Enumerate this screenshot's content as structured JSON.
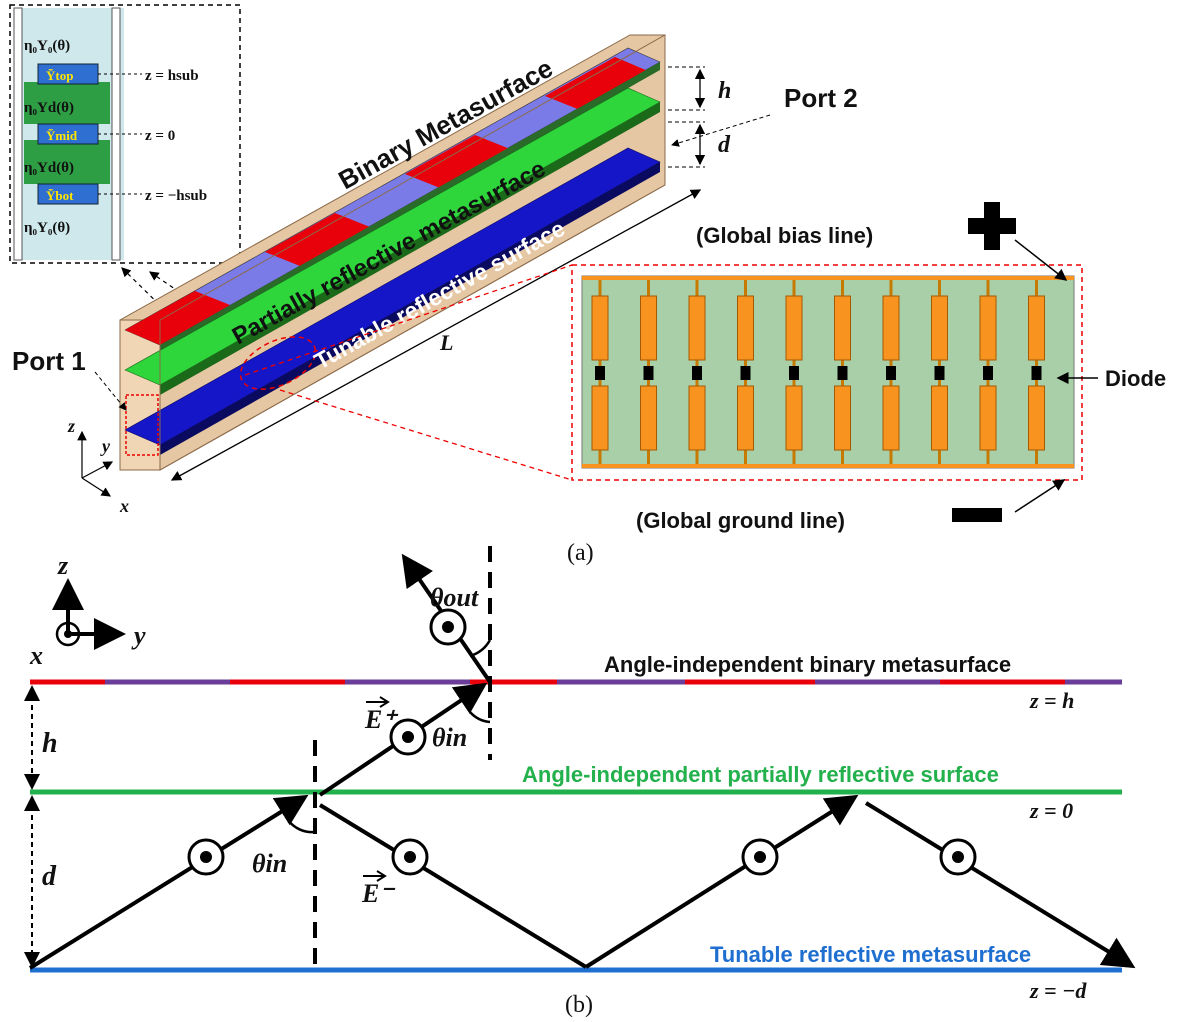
{
  "panel_a": {
    "caption": "(a)",
    "binary_metasurface": "Binary Metasurface",
    "partially_reflective": "Partially reflective metasurface",
    "tunable_surface": "Tunable reflective surface",
    "port1": "Port 1",
    "port2": "Port 2",
    "h": "h",
    "d": "d",
    "L": "L",
    "axis_z": "z",
    "axis_y": "y",
    "axis_x": "x",
    "circuit": {
      "y0_top": "η₀Y₀(θ)",
      "ytop": "Ỹtop",
      "yd_1": "η₀Yd(θ)",
      "ymid": "Ỹmid",
      "yd_2": "η₀Yd(θ)",
      "ybot": "Ỹbot",
      "y0_bot": "η₀Y₀(θ)",
      "z_hsub": "z = hsub",
      "z_0": "z = 0",
      "z_neg_hsub": "z = −hsub"
    },
    "inset": {
      "bias_line": "(Global bias line)",
      "ground_line": "(Global ground line)",
      "diode": "Diode",
      "plus": "+",
      "minus": "−"
    }
  },
  "panel_b": {
    "caption": "(b)",
    "axis_z": "z",
    "axis_y": "y",
    "axis_x": "x",
    "binary_label": "Angle-independent binary metasurface",
    "prs_label": "Angle-independent partially reflective surface",
    "tunable_label": "Tunable reflective metasurface",
    "z_h": "z = h",
    "z_0": "z = 0",
    "z_neg_d": "z = −d",
    "h": "h",
    "d": "d",
    "theta_out": "θout",
    "theta_in_1": "θin",
    "theta_in_2": "θin",
    "e_plus": "E⁺",
    "e_minus": "E⁻",
    "colors": {
      "red": "#e8000b",
      "purple": "#6a3d9a",
      "green": "#22b14c",
      "blue": "#1f6fd1"
    }
  }
}
